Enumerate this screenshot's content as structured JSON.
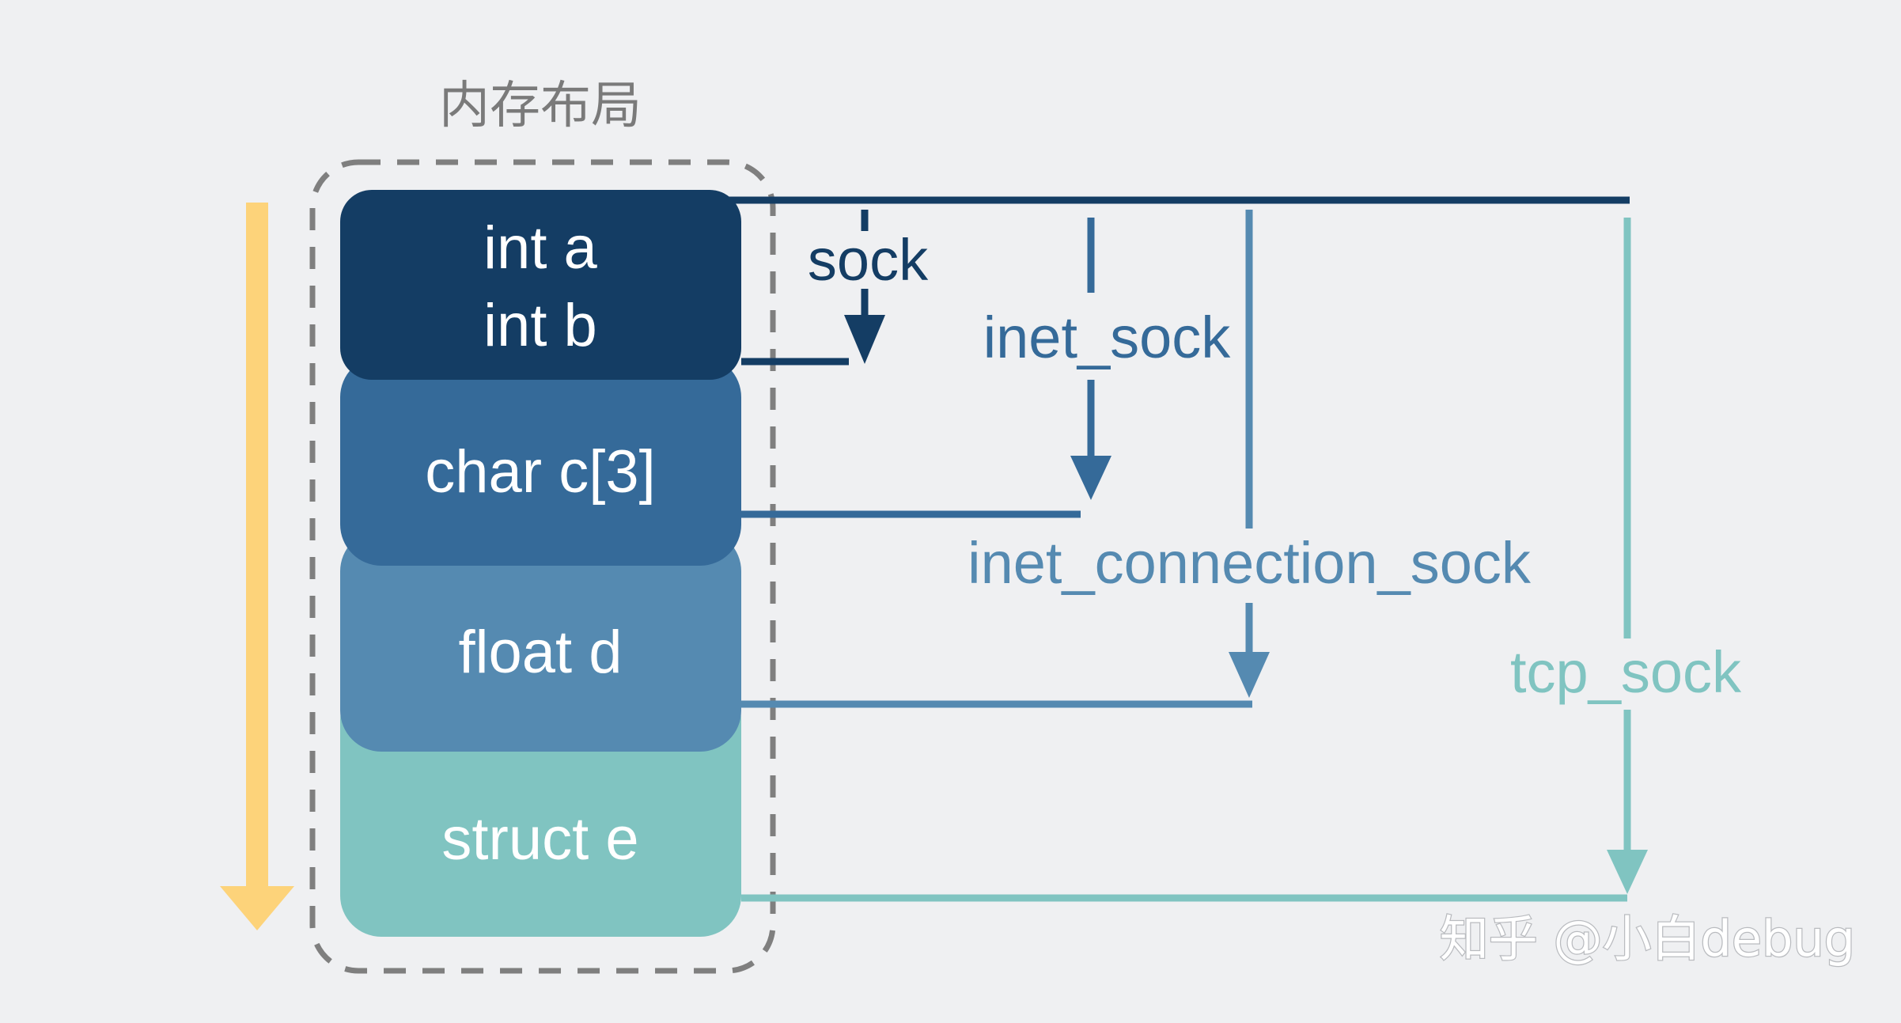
{
  "title": "内存布局",
  "memory_fields": {
    "int_a": "int a",
    "int_b": "int b",
    "char_c": "char c[3]",
    "float_d": "float d",
    "struct_e": "struct e"
  },
  "structs": {
    "sock": "sock",
    "inet_sock": "inet_sock",
    "inet_connection_sock": "inet_connection_sock",
    "tcp_sock": "tcp_sock"
  },
  "watermark": "知乎 @小白debug",
  "colors": {
    "background": "#eff0f2",
    "sock": "#143d64",
    "inet_sock": "#356a99",
    "inet_connection_sock": "#558ab1",
    "tcp_sock": "#80c4c1",
    "direction_arrow": "#fdd37a",
    "dashed_border": "#7f7f7f"
  }
}
